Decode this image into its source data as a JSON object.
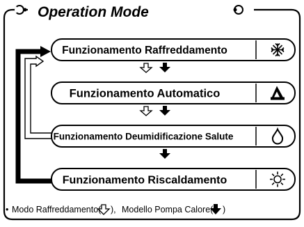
{
  "title": "Operation Mode",
  "modes": [
    {
      "label": "Funzionamento Raffreddamento",
      "icon": "snowflake-icon"
    },
    {
      "label": "Funzionamento Automatico",
      "icon": "auto-icon"
    },
    {
      "label": "Funzionamento Deumidificazione Salute",
      "icon": "droplet-icon"
    },
    {
      "label": "Funzionamento Riscaldamento",
      "icon": "sun-icon"
    }
  ],
  "legend": {
    "bullet": "•",
    "cooling_label": "Modo Raffreddamento(",
    "separator": "),",
    "heatpump_label": "Modello Pompa Calore(",
    "end": ")"
  }
}
